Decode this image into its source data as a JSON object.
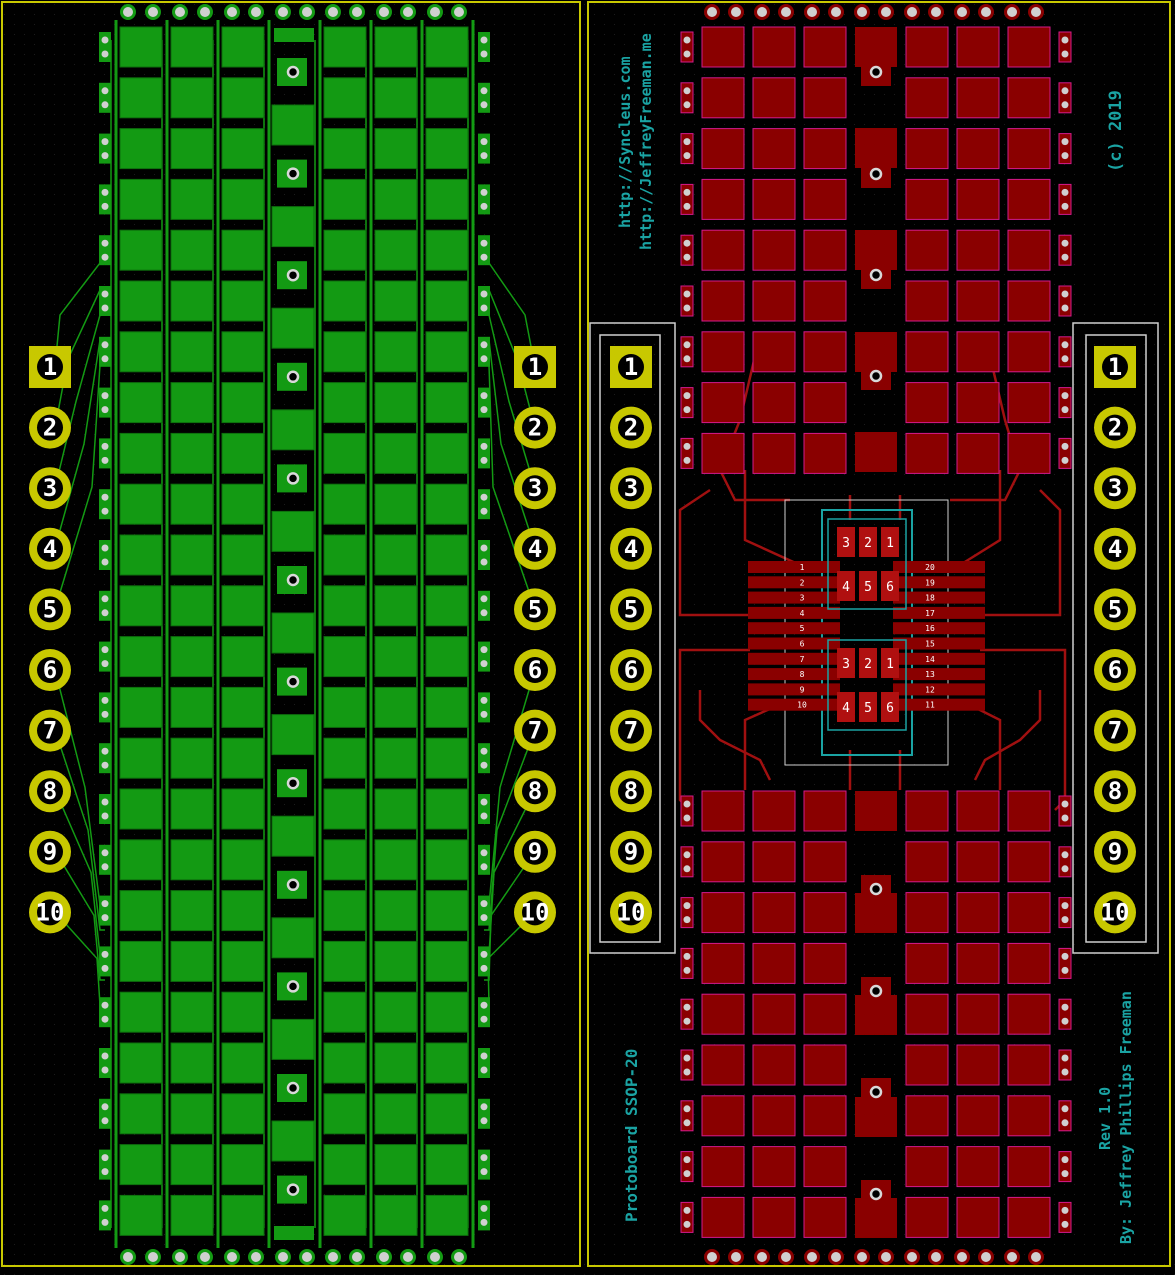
{
  "colors": {
    "background": "#000000",
    "outline": "#c8c800",
    "bottom_copper": "#139a13",
    "top_copper": "#8a0000",
    "pad_edge_bottom": "#0d6f0d",
    "pad_edge_top": "#d31a8c",
    "silkscreen": "#1aa3a3",
    "pin_pad": "#c8c800",
    "courtyard": "#cfcfcf"
  },
  "left_board": {
    "layer": "bottom",
    "left_header_labels": [
      "1",
      "2",
      "3",
      "4",
      "5",
      "6",
      "7",
      "8",
      "9",
      "10"
    ],
    "right_header_labels": [
      "1",
      "2",
      "3",
      "4",
      "5",
      "6",
      "7",
      "8",
      "9",
      "10"
    ]
  },
  "right_board": {
    "layer": "top",
    "left_header_labels": [
      "1",
      "2",
      "3",
      "4",
      "5",
      "6",
      "7",
      "8",
      "9",
      "10"
    ],
    "right_header_labels": [
      "1",
      "2",
      "3",
      "4",
      "5",
      "6",
      "7",
      "8",
      "9",
      "10"
    ],
    "silk_urls": [
      "http://Syncleus.com",
      "http://JeffreyFreeman.me"
    ],
    "silk_copyright": "(c) 2019",
    "silk_product": "Protoboard SSOP-20",
    "silk_rev": "Rev 1.0",
    "silk_author": "By: Jeffrey Phillips Freeman",
    "ic_left_pins": [
      "1",
      "2",
      "3",
      "4",
      "5",
      "6",
      "7",
      "8",
      "9",
      "10"
    ],
    "ic_right_pins": [
      "20",
      "19",
      "18",
      "17",
      "16",
      "15",
      "14",
      "13",
      "12",
      "11"
    ],
    "sot_upper_top_labels": [
      "3",
      "2",
      "1"
    ],
    "sot_upper_bottom_labels": [
      "4",
      "5",
      "6"
    ],
    "sot_lower_top_labels": [
      "3",
      "2",
      "1"
    ],
    "sot_lower_bottom_labels": [
      "4",
      "5",
      "6"
    ]
  }
}
